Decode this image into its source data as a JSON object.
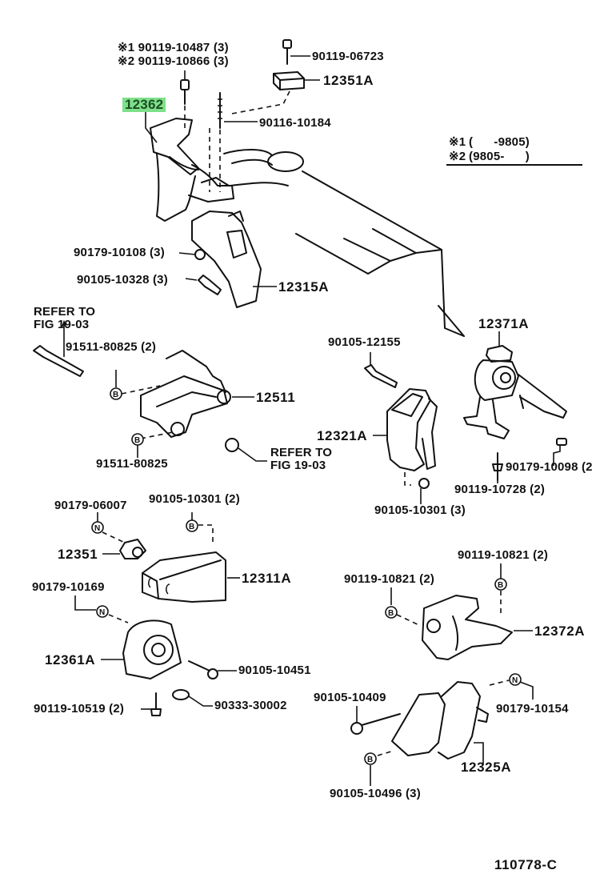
{
  "figure": {
    "figure_id": "110778-C",
    "highlighted_part": "12362",
    "highlight_color": "#7ee08a",
    "legend": [
      {
        "mark": "※1",
        "range": "(      -9805)"
      },
      {
        "mark": "※2",
        "range": "(9805-      )"
      }
    ]
  },
  "labels": {
    "l_9011910487": "※1 90119-10487 (3)",
    "l_9011910866": "※2 90119-10866 (3)",
    "l_9011906723": "90119-06723",
    "l_12351A": "12351A",
    "l_12362": "12362",
    "l_9011610184": "90116-10184",
    "l_9017910108": "90179-10108 (3)",
    "l_9010510328": "90105-10328 (3)",
    "l_12315A": "12315A",
    "l_refer1_a": "REFER TO",
    "l_refer1_b": "FIG 19-03",
    "l_9151180825_2": "91511-80825 (2)",
    "l_12511": "12511",
    "l_9151180825": "91511-80825",
    "l_refer2_a": "REFER TO",
    "l_refer2_b": "FIG 19-03",
    "l_9010512155": "90105-12155",
    "l_12321A": "12321A",
    "l_9010510301_3": "90105-10301 (3)",
    "l_12371A": "12371A",
    "l_9017910098": "90179-10098 (2",
    "l_9011910728": "90119-10728 (2)",
    "l_9017906007": "90179-06007",
    "l_9010510301_2": "90105-10301 (2)",
    "l_12351": "12351",
    "l_12311A": "12311A",
    "l_9017910169": "90179-10169",
    "l_12361A": "12361A",
    "l_9010510451": "90105-10451",
    "l_9011910519": "90119-10519 (2)",
    "l_9033330002": "90333-30002",
    "l_9011910821_a": "90119-10821 (2)",
    "l_9011910821_b": "90119-10821 (2)",
    "l_12372A": "12372A",
    "l_9010510409": "90105-10409",
    "l_9017910154": "90179-10154",
    "l_12325A": "12325A",
    "l_9010510496": "90105-10496 (3)"
  },
  "symbols": {
    "bolt_marker": "B",
    "nut_marker": "N"
  }
}
